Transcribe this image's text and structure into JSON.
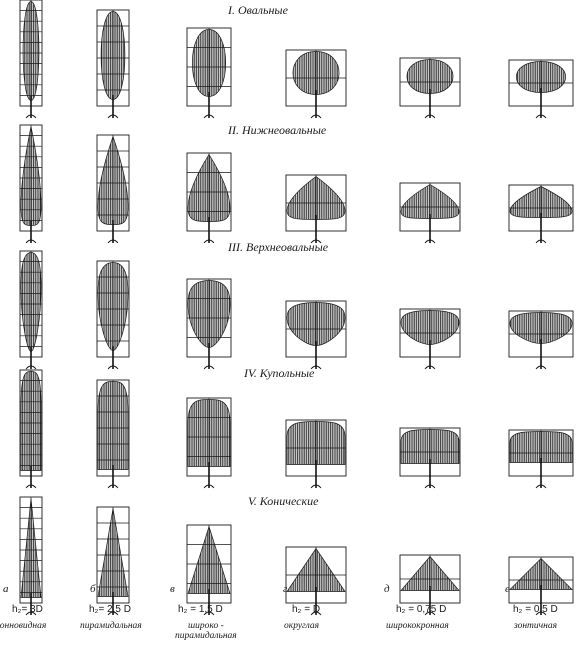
{
  "rows": [
    {
      "title": "I. Овальные"
    },
    {
      "title": "II. Нижнеовальные"
    },
    {
      "title": "III. Верхнеовальные"
    },
    {
      "title": "IV. Купольные"
    },
    {
      "title": "V. Конические"
    }
  ],
  "columns": [
    {
      "letter": "а",
      "formula": "h₂= 3D",
      "name": "олонновидная"
    },
    {
      "letter": "б",
      "formula": "h₂= 2,5 D",
      "name": "пирамидальная"
    },
    {
      "letter": "в",
      "formula": "h₂ = 1,5 D",
      "name": "широко -\nпирамидальная"
    },
    {
      "letter": "г",
      "formula": "h₂ = D",
      "name": "округлая"
    },
    {
      "letter": "д",
      "formula": "h₂ = 0,75 D",
      "name": "ширококронная"
    },
    {
      "letter": "е",
      "formula": "h₂ = 0,5 D",
      "name": "зонтичная"
    }
  ]
}
